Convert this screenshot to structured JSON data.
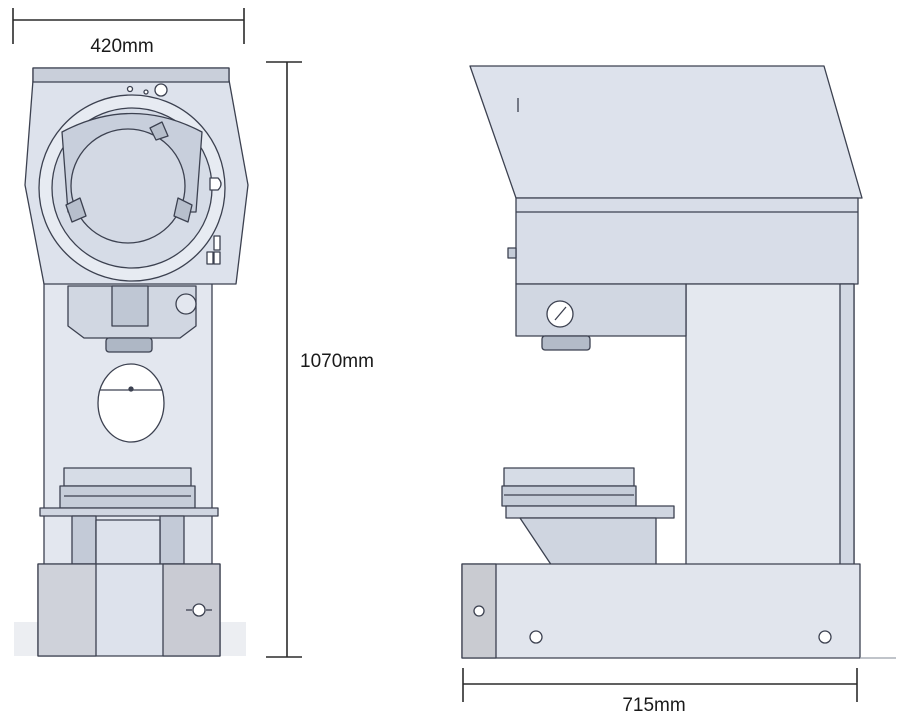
{
  "dimensions": {
    "width_label": "420mm",
    "height_label": "1070mm",
    "depth_label": "715mm"
  },
  "views": [
    "front-view",
    "side-view"
  ],
  "colors": {
    "machine_fill": "#dde2ec",
    "machine_fill_light": "#e8ecf3",
    "machine_fill_dark": "#c7ceda",
    "outline": "#3c4150",
    "dimension_line": "#2b2b2b",
    "base_gray": "#c9cbd1"
  }
}
